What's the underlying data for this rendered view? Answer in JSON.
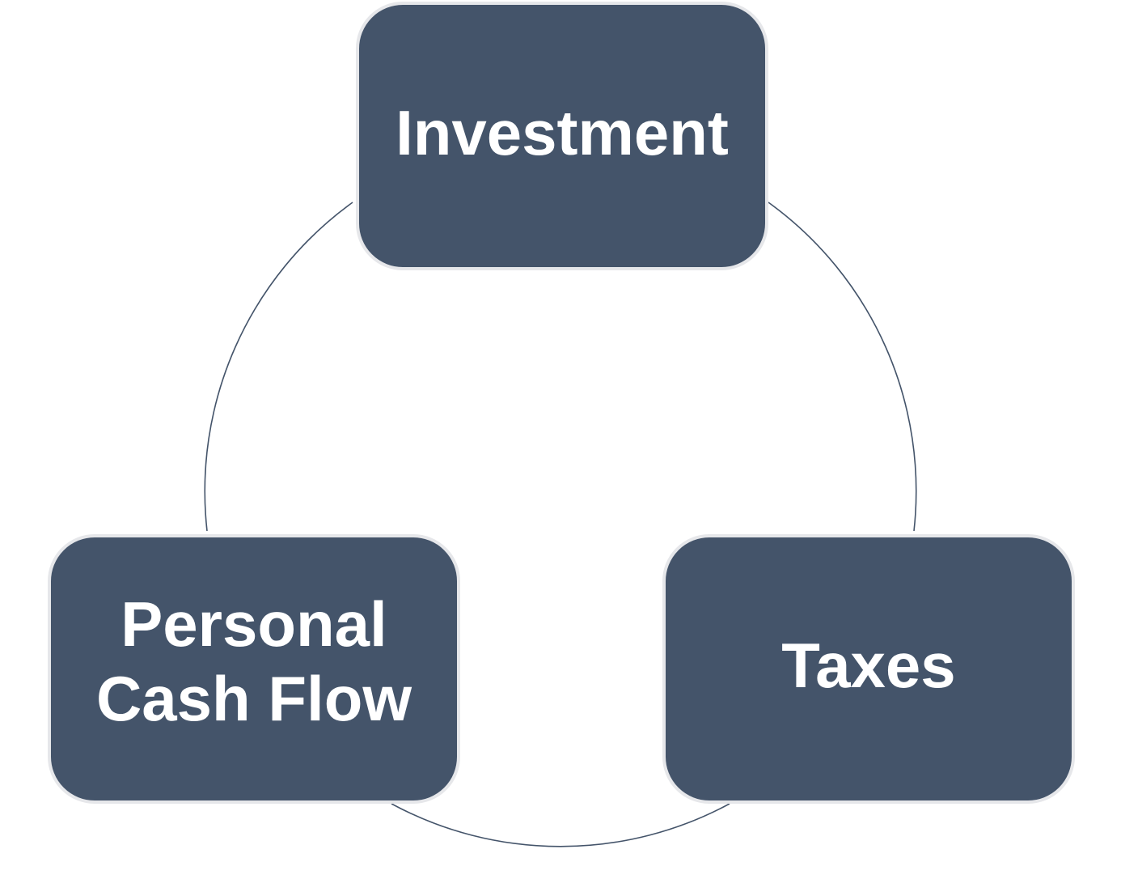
{
  "diagram": {
    "type": "cycle",
    "colors": {
      "node_fill": "#44546a",
      "node_border": "#e6e7ea",
      "ring_stroke": "#44546a",
      "text": "#ffffff"
    },
    "nodes": [
      {
        "id": "investment",
        "label": "Investment"
      },
      {
        "id": "taxes",
        "label": "Taxes"
      },
      {
        "id": "personal-cash-flow",
        "label": "Personal\nCash Flow"
      }
    ]
  }
}
